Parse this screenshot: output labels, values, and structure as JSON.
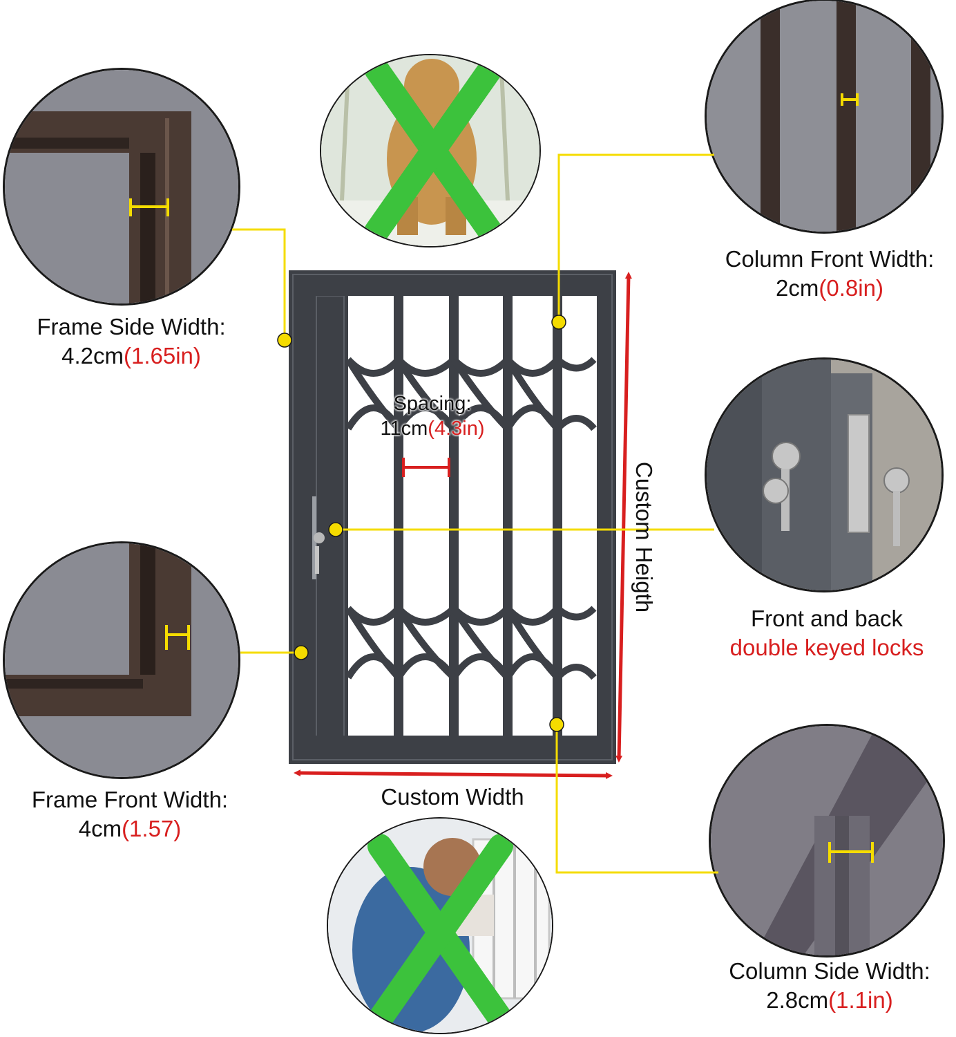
{
  "frame_side": {
    "title": "Frame Side Width:",
    "metric": "4.2cm",
    "imperial": "(1.65in)"
  },
  "frame_front": {
    "title": "Frame Front Width:",
    "metric": "4cm",
    "imperial": "(1.57)"
  },
  "column_front": {
    "title": "Column Front Width:",
    "metric": "2cm",
    "imperial": "(0.8in)"
  },
  "column_side": {
    "title": "Column Side Width:",
    "metric": "2.8cm",
    "imperial": "(1.1in)"
  },
  "locks": {
    "line1": "Front and back",
    "line2": "double keyed locks"
  },
  "spacing": {
    "title": "Spacing:",
    "metric": "11cm",
    "imperial": "(4.3in)"
  },
  "dimensions": {
    "width": "Custom Width",
    "height": "Custom Heigth"
  },
  "colors": {
    "callout_yellow": "#f5dc00",
    "dimension_red": "#d81f1f",
    "x_green": "#3cc23c",
    "frame_gray": "#3d4046",
    "bronze": "#4a3a33"
  },
  "icons": [
    "pet-blocked-icon",
    "child-blocked-icon",
    "key-icon"
  ]
}
